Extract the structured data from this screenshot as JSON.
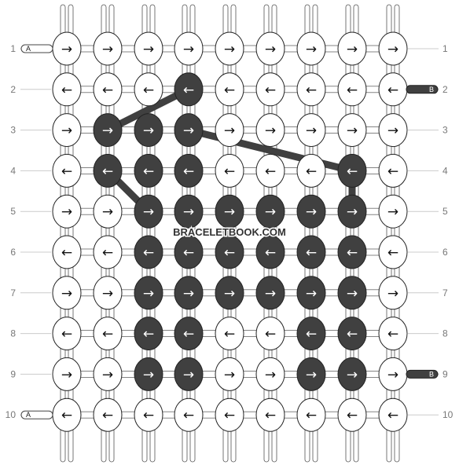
{
  "watermark": "BRACELETBOOK.COM",
  "row_numbers": [
    "1",
    "2",
    "3",
    "4",
    "5",
    "6",
    "7",
    "8",
    "9",
    "10"
  ],
  "colors": {
    "A": "#ffffff",
    "B": "#404040"
  },
  "strings_left": [
    {
      "row": 1,
      "label": "A",
      "color": "A"
    },
    {
      "row": 10,
      "label": "A",
      "color": "A"
    }
  ],
  "strings_right": [
    {
      "row": 2,
      "label": "B",
      "color": "B"
    },
    {
      "row": 9,
      "label": "B",
      "color": "B"
    }
  ],
  "knots": [
    {
      "row": 1,
      "cells": [
        [
          "→",
          "A"
        ],
        [
          "→",
          "A"
        ],
        [
          "→",
          "A"
        ],
        [
          "→",
          "A"
        ],
        [
          "→",
          "A"
        ],
        [
          "→",
          "A"
        ],
        [
          "→",
          "A"
        ],
        [
          "→",
          "A"
        ],
        [
          "→",
          "A"
        ]
      ]
    },
    {
      "row": 2,
      "cells": [
        [
          "←",
          "A"
        ],
        [
          "←",
          "A"
        ],
        [
          "←",
          "A"
        ],
        [
          "←",
          "B"
        ],
        [
          "←",
          "A"
        ],
        [
          "←",
          "A"
        ],
        [
          "←",
          "A"
        ],
        [
          "←",
          "A"
        ],
        [
          "←",
          "A"
        ]
      ]
    },
    {
      "row": 3,
      "cells": [
        [
          "→",
          "A"
        ],
        [
          "→",
          "B"
        ],
        [
          "→",
          "B"
        ],
        [
          "→",
          "B"
        ],
        [
          "→",
          "A"
        ],
        [
          "→",
          "A"
        ],
        [
          "→",
          "A"
        ],
        [
          "→",
          "A"
        ],
        [
          "→",
          "A"
        ]
      ]
    },
    {
      "row": 4,
      "cells": [
        [
          "←",
          "A"
        ],
        [
          "←",
          "B"
        ],
        [
          "←",
          "B"
        ],
        [
          "←",
          "B"
        ],
        [
          "←",
          "A"
        ],
        [
          "←",
          "A"
        ],
        [
          "←",
          "A"
        ],
        [
          "←",
          "B"
        ],
        [
          "←",
          "A"
        ]
      ]
    },
    {
      "row": 5,
      "cells": [
        [
          "→",
          "A"
        ],
        [
          "→",
          "A"
        ],
        [
          "→",
          "B"
        ],
        [
          "→",
          "B"
        ],
        [
          "→",
          "B"
        ],
        [
          "→",
          "B"
        ],
        [
          "→",
          "B"
        ],
        [
          "→",
          "B"
        ],
        [
          "→",
          "A"
        ]
      ]
    },
    {
      "row": 6,
      "cells": [
        [
          "←",
          "A"
        ],
        [
          "←",
          "A"
        ],
        [
          "←",
          "B"
        ],
        [
          "←",
          "B"
        ],
        [
          "←",
          "B"
        ],
        [
          "←",
          "B"
        ],
        [
          "←",
          "B"
        ],
        [
          "←",
          "B"
        ],
        [
          "←",
          "A"
        ]
      ]
    },
    {
      "row": 7,
      "cells": [
        [
          "→",
          "A"
        ],
        [
          "→",
          "A"
        ],
        [
          "→",
          "B"
        ],
        [
          "→",
          "B"
        ],
        [
          "→",
          "B"
        ],
        [
          "→",
          "B"
        ],
        [
          "→",
          "B"
        ],
        [
          "→",
          "B"
        ],
        [
          "→",
          "A"
        ]
      ]
    },
    {
      "row": 8,
      "cells": [
        [
          "←",
          "A"
        ],
        [
          "←",
          "A"
        ],
        [
          "←",
          "B"
        ],
        [
          "←",
          "B"
        ],
        [
          "←",
          "A"
        ],
        [
          "←",
          "A"
        ],
        [
          "←",
          "B"
        ],
        [
          "←",
          "B"
        ],
        [
          "←",
          "A"
        ]
      ]
    },
    {
      "row": 9,
      "cells": [
        [
          "→",
          "A"
        ],
        [
          "→",
          "A"
        ],
        [
          "→",
          "B"
        ],
        [
          "→",
          "B"
        ],
        [
          "→",
          "A"
        ],
        [
          "→",
          "A"
        ],
        [
          "→",
          "B"
        ],
        [
          "→",
          "B"
        ],
        [
          "→",
          "A"
        ]
      ]
    },
    {
      "row": 10,
      "cells": [
        [
          "←",
          "A"
        ],
        [
          "←",
          "A"
        ],
        [
          "←",
          "A"
        ],
        [
          "←",
          "A"
        ],
        [
          "←",
          "A"
        ],
        [
          "←",
          "A"
        ],
        [
          "←",
          "A"
        ],
        [
          "←",
          "A"
        ],
        [
          "←",
          "A"
        ]
      ]
    }
  ]
}
